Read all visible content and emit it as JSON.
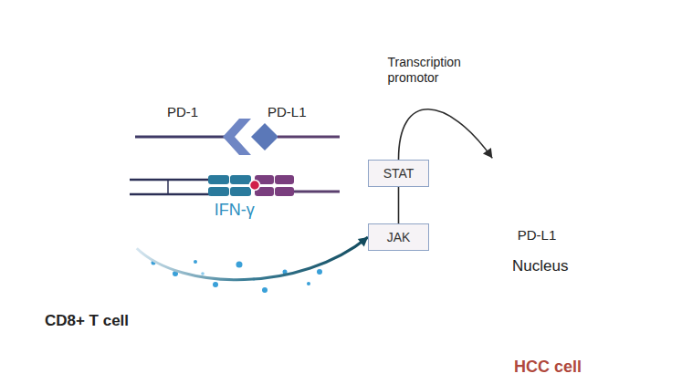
{
  "diagram": {
    "nodes": [
      {
        "text": [
          "CD8+ T cell"
        ]
      },
      {
        "text": [
          "HCC cell"
        ]
      },
      {
        "text": [
          "STAT"
        ],
        "in": 1
      },
      {
        "text": [
          "JAK"
        ],
        "in": 1
      },
      {
        "text": [
          "PD-L1",
          "Nucleus"
        ],
        "in": 1
      }
    ],
    "edges": [
      {
        "from": 2,
        "to": 3,
        "arrow": "none"
      },
      {
        "from": 2,
        "to": 4,
        "label": "Transcription promotor",
        "arrow": "to"
      },
      {
        "from": 0,
        "to": 3,
        "label": "IFN-γ",
        "arrow": "to"
      }
    ],
    "labels": [
      "PD-1",
      "PD-L1"
    ]
  }
}
